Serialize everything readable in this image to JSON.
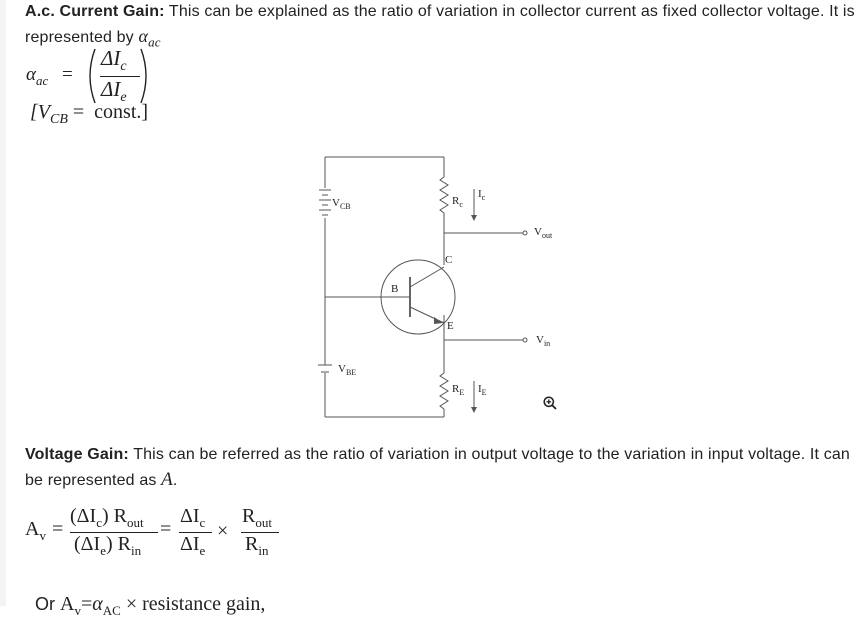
{
  "ac_gain": {
    "heading": "A.c. Current Gain:",
    "text": "This can be explained as the ratio of variation in collector current as fixed collector voltage. It is represented by",
    "symbol": "α",
    "symbol_sub": "ac",
    "formula": {
      "lhs": "α",
      "lhs_sub": "ac",
      "equals": "=",
      "num": "ΔI",
      "num_sub": "c",
      "den": "ΔI",
      "den_sub": "e"
    },
    "condition": {
      "open": "[V",
      "sub": "CB",
      "rest": " =  const.]"
    }
  },
  "circuit": {
    "labels": {
      "vcb": "V",
      "vcb_sub": "CB",
      "rc": "R",
      "rc_sub": "c",
      "ic": "I",
      "ic_sub": "c",
      "vout": "V",
      "vout_sub": "out",
      "c": "C",
      "b": "B",
      "e": "E",
      "vin": "V",
      "vin_sub": "in",
      "vbe": "V",
      "vbe_sub": "BE",
      "re": "R",
      "re_sub": "E",
      "ie": "I",
      "ie_sub": "E"
    },
    "zoom_icon": "zoom-in-icon"
  },
  "voltage_gain": {
    "heading": "Voltage Gain:",
    "text": "This can be referred as the ratio of variation in output voltage to the variation in input voltage. It can be represented as",
    "symbol": "A",
    "period": ".",
    "formula": {
      "lhs": "A",
      "lhs_sub": "v",
      "eq1": "=",
      "num1": "(ΔI",
      "num1_sub": "c",
      "num1_tail": ") R",
      "num1_tail_sub": "out",
      "den1": "(ΔI",
      "den1_sub": "e",
      "den1_tail": ") R",
      "den1_tail_sub": "in",
      "eq2": "=",
      "num2": "ΔI",
      "num2_sub": "c",
      "den2": "ΔI",
      "den2_sub": "e",
      "times": "×",
      "num3": "R",
      "num3_sub": "out",
      "den3": "R",
      "den3_sub": "in"
    }
  },
  "or_line": {
    "prefix": "Or",
    "a": "A",
    "a_sub": "v",
    "eq": "=",
    "alpha": "α",
    "alpha_sub": "AC",
    "rest": " × resistance gain,"
  }
}
